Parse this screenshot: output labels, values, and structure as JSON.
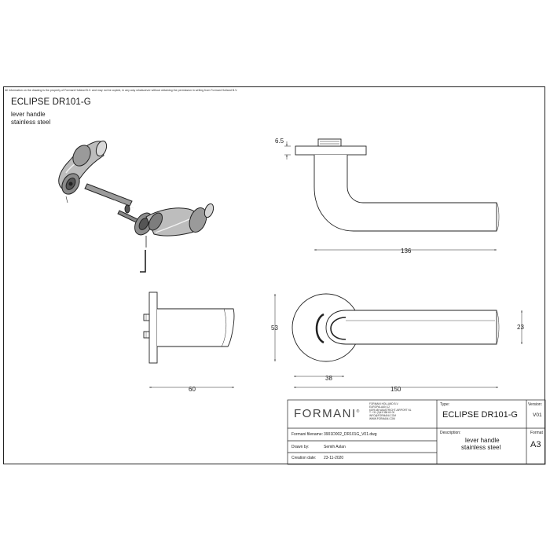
{
  "disclaimer": "All information on the drawing is the property of Formani Holland B.V. and may not be copied, in any way whatsoever without obtaining the permission in writing from Formani Holland B.V.",
  "title": "ECLIPSE DR101-G",
  "subtitle_1": "lever handle",
  "subtitle_2": "stainless steel",
  "dimensions": {
    "d_6_5": "6.5",
    "d_136": "136",
    "d_53": "53",
    "d_23": "23",
    "d_60": "60",
    "d_38": "38",
    "d_150": "150"
  },
  "title_block": {
    "logo": "FORMANI",
    "logo_mark": "®",
    "address_lines": [
      "FORMANI HOLLAND B.V.",
      "EUROPALAAN 12",
      "6199 AB MAASTRICHT-AIRPORT NL",
      "T: +31 (0)43 358 60 00",
      "INFO@FORMANI.COM",
      "WWW.FORMANI.COM"
    ],
    "type_label": "Type:",
    "type_value": "ECLIPSE DR101-G",
    "version_label": "Version:",
    "version_value": "V01",
    "filename_label": "Formani filename:",
    "filename_value": "3901D002_DR101G_V01.dwg",
    "drawn_by_label": "Drawn by:",
    "drawn_by_value": "Semih Aslan",
    "creation_date_label": "Creation date:",
    "creation_date_value": "23-11-2020",
    "description_label": "Description:",
    "description_line1": "lever handle",
    "description_line2": "stainless steel",
    "format_label": "Format",
    "format_value": "A3"
  }
}
